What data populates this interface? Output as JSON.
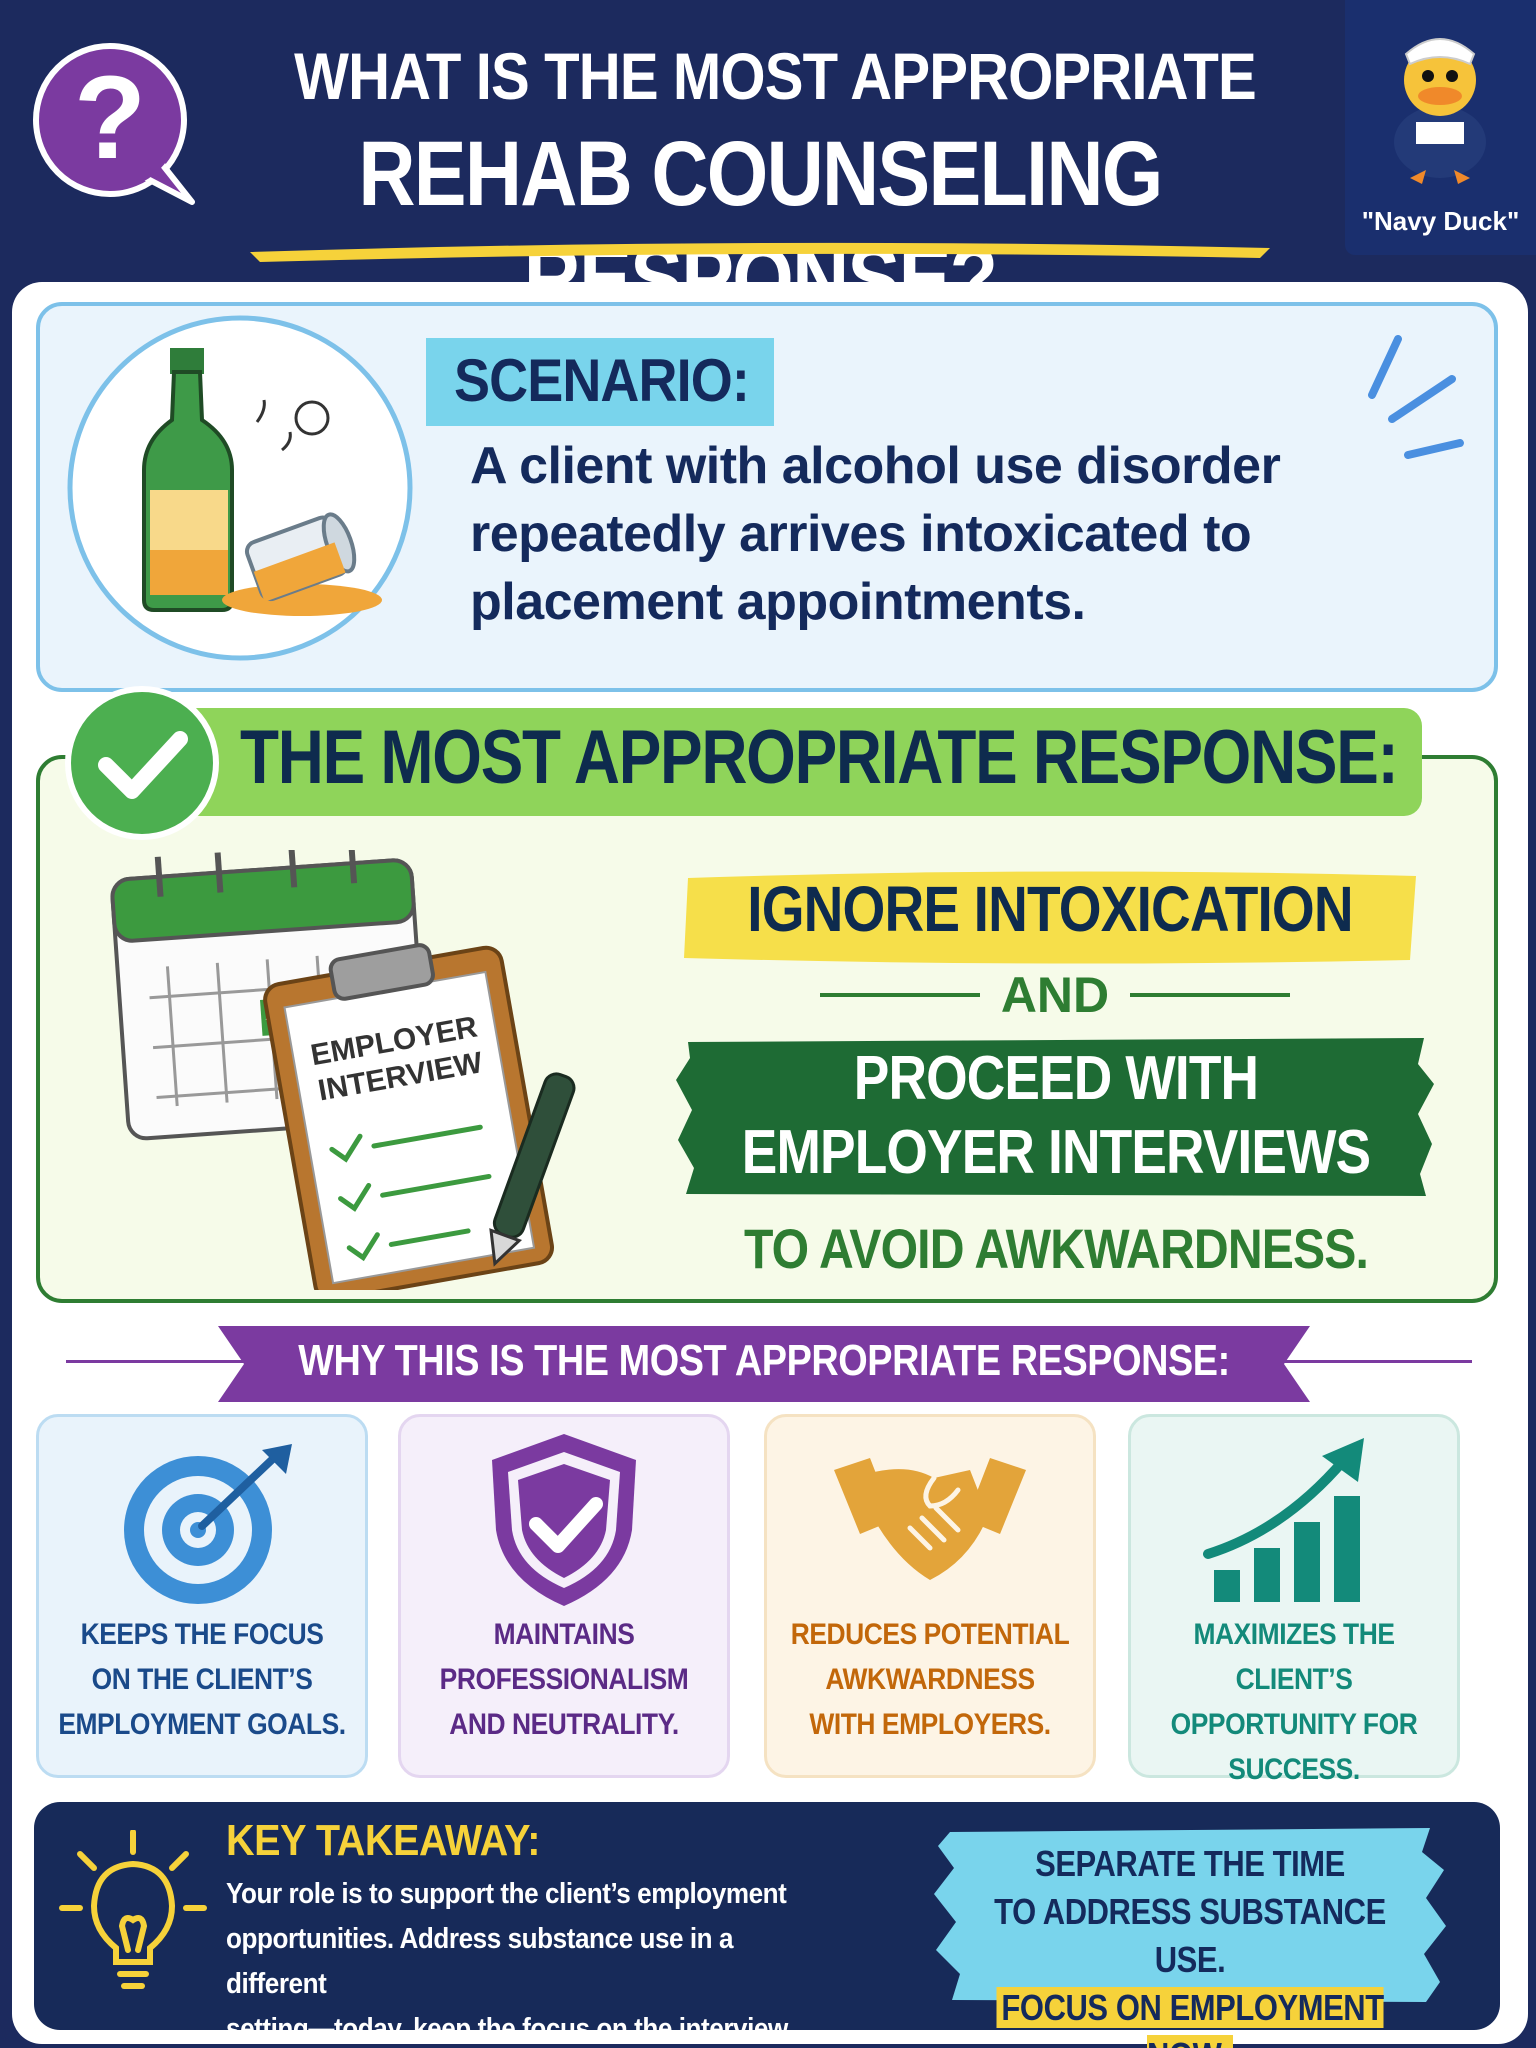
{
  "header": {
    "title_line1": "WHAT IS THE MOST APPROPRIATE",
    "title_line2": "REHAB COUNSELING RESPONSE?",
    "question_mark": "?",
    "mascot_label": "\"Navy Duck\""
  },
  "scenario": {
    "tag": "SCENARIO:",
    "text": "A client with alcohol use disorder repeatedly arrives intoxicated to placement appointments."
  },
  "response": {
    "banner": "THE MOST APPROPRIATE RESPONSE:",
    "line1": "IGNORE INTOXICATION",
    "connector": "AND",
    "line2a": "PROCEED WITH",
    "line2b": "EMPLOYER INTERVIEWS",
    "line3": "TO AVOID AWKWARDNESS.",
    "clipboard_label_1": "EMPLOYER",
    "clipboard_label_2": "INTERVIEW"
  },
  "why": {
    "heading": "WHY THIS IS THE MOST APPROPRIATE RESPONSE:",
    "cards": [
      {
        "icon": "target-icon",
        "lines": [
          "KEEPS THE FOCUS",
          "ON THE CLIENT’S",
          "EMPLOYMENT GOALS."
        ],
        "color": "#1a4a8a"
      },
      {
        "icon": "shield-check-icon",
        "lines": [
          "MAINTAINS",
          "PROFESSIONALISM",
          "AND NEUTRALITY."
        ],
        "color": "#5b2a86"
      },
      {
        "icon": "handshake-icon",
        "lines": [
          "REDUCES POTENTIAL",
          "AWKWARDNESS",
          "WITH EMPLOYERS."
        ],
        "color": "#c2670a"
      },
      {
        "icon": "growth-chart-icon",
        "lines": [
          "MAXIMIZES THE CLIENT’S",
          "OPPORTUNITY FOR",
          "SUCCESS."
        ],
        "color": "#138a7a"
      }
    ]
  },
  "takeaway": {
    "title": "KEY TAKEAWAY:",
    "body_lines": [
      "Your role is to support the client’s employment",
      "opportunities. Address substance use in a different",
      "setting—today, keep the focus on the interview."
    ],
    "badge_line1": "SEPARATE THE TIME",
    "badge_line2": "TO ADDRESS SUBSTANCE USE.",
    "badge_line3": "FOCUS ON EMPLOYMENT NOW."
  },
  "colors": {
    "navy": "#1c2a5e",
    "green": "#2e7d32",
    "lime": "#8fd45a",
    "purple": "#7b3aa0",
    "yellow": "#f6d23a",
    "sky": "#79d4ec"
  }
}
